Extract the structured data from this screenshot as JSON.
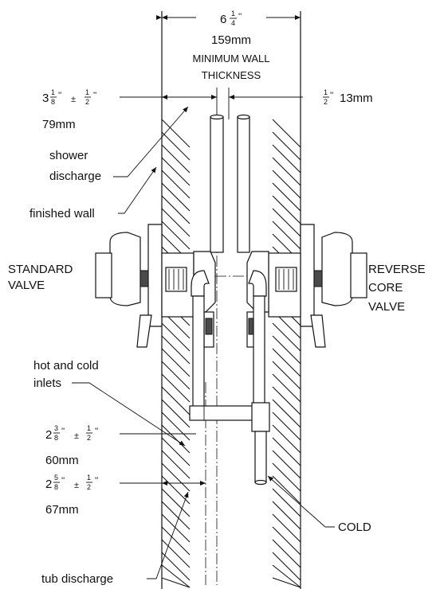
{
  "dimensions": {
    "overall_whole": "6",
    "overall_frac_num": "1",
    "overall_frac_den": "4",
    "overall_inch": "''",
    "overall_mm": "159mm",
    "min_wall_line1": "MINIMUM WALL",
    "min_wall_line2": "THICKNESS",
    "top_left_whole": "3",
    "top_left_num": "1",
    "top_left_den": "8",
    "top_left_inch": "''",
    "top_left_pm": "±",
    "top_left_tol_num": "1",
    "top_left_tol_den": "2",
    "top_left_tol_inch": "''",
    "top_left_mm": "79mm",
    "top_right_num": "1",
    "top_right_den": "2",
    "top_right_inch": "''",
    "top_right_mm": "13mm",
    "mid_whole": "2",
    "mid_num": "3",
    "mid_den": "8",
    "mid_inch": "''",
    "mid_pm": "±",
    "mid_tol_num": "1",
    "mid_tol_den": "2",
    "mid_tol_inch": "''",
    "mid_mm": "60mm",
    "bot_whole": "2",
    "bot_num": "5",
    "bot_den": "8",
    "bot_inch": "''",
    "bot_pm": "±",
    "bot_tol_num": "1",
    "bot_tol_den": "2",
    "bot_tol_inch": "''",
    "bot_mm": "67mm"
  },
  "labels": {
    "shower_line1": "shower",
    "shower_line2": "discharge",
    "finished_wall": "finished wall",
    "standard_line1": "STANDARD",
    "standard_line2": "VALVE",
    "reverse_line1": "REVERSE",
    "reverse_line2": "CORE",
    "reverse_line3": "VALVE",
    "hot_cold_line1": "hot and cold",
    "hot_cold_line2": "inlets",
    "cold": "COLD",
    "tub_discharge": "tub discharge"
  }
}
